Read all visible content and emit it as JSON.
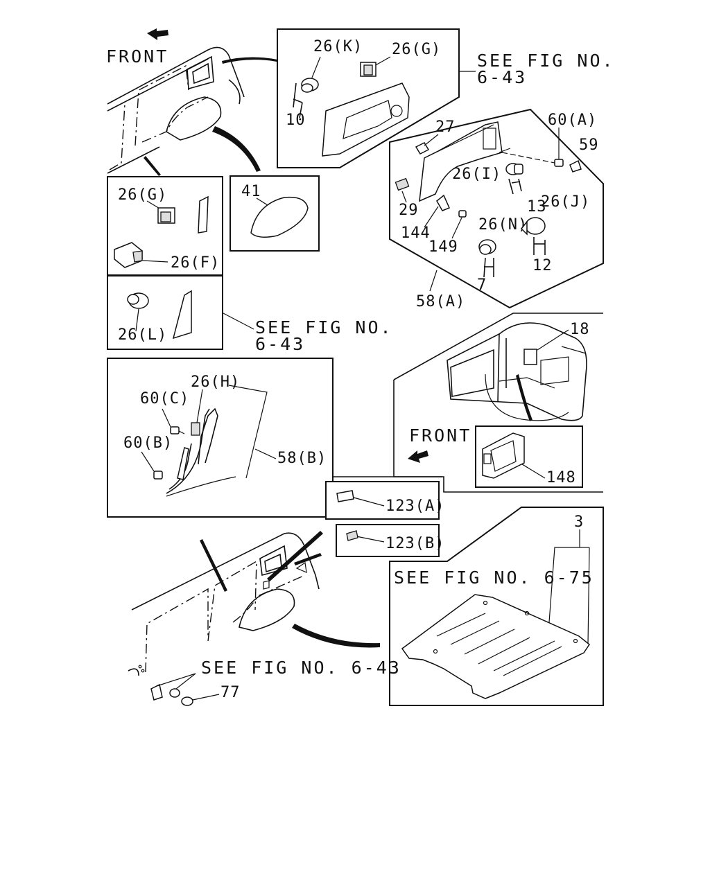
{
  "labels": {
    "front_top": "FRONT",
    "front_mid": "FRONT",
    "see_fig_top": "SEE FIG NO.",
    "see_fig_top_num": "6-43",
    "see_fig_left": "SEE FIG NO.",
    "see_fig_left_num": "6-43",
    "see_fig_bottom": "SEE FIG NO. 6-43",
    "see_fig_floor": "SEE FIG NO. 6-75",
    "p26k": "26(K)",
    "p26g_top": "26(G)",
    "p10": "10",
    "p27": "27",
    "p60a": "60(A)",
    "p59": "59",
    "p26i": "26(I)",
    "p29": "29",
    "p13": "13",
    "p26j": "26(J)",
    "p144": "144",
    "p26n": "26(N)",
    "p149": "149",
    "p12": "12",
    "p7": "7",
    "p58a": "58(A)",
    "p26g_left": "26(G)",
    "p26f": "26(F)",
    "p41": "41",
    "p26l": "26(L)",
    "p18": "18",
    "p26h": "26(H)",
    "p60c": "60(C)",
    "p60b": "60(B)",
    "p58b": "58(B)",
    "p148": "148",
    "p123a": "123(A)",
    "p123b": "123(B)",
    "p3": "3",
    "p77": "77"
  }
}
